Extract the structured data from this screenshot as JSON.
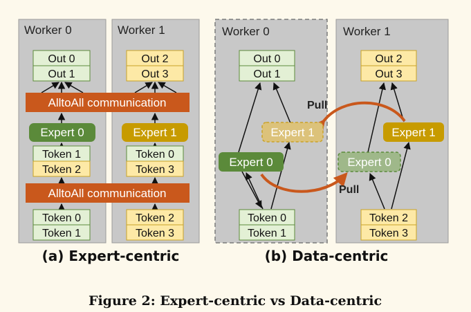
{
  "colors": {
    "background": "#fdf9ec",
    "worker_fill": "#c8c8c8",
    "green_box": "#e3f0d5",
    "green_border": "#5b8a3a",
    "yellow_box": "#fde9a6",
    "yellow_border": "#c9a227",
    "expert_green": "#5b8a3a",
    "expert_gold": "#c79b00",
    "alltoall": "#c9581c",
    "pull_arrow": "#c9581c"
  },
  "expert_centric": {
    "worker0": {
      "title": "Worker 0",
      "outputs": [
        "Out 0",
        "Out 1"
      ],
      "expert": "Expert 0",
      "mid_tokens": [
        "Token 1",
        "Token 2"
      ],
      "in_tokens": [
        "Token 0",
        "Token 1"
      ]
    },
    "worker1": {
      "title": "Worker 1",
      "outputs": [
        "Out 2",
        "Out 3"
      ],
      "expert": "Expert 1",
      "mid_tokens": [
        "Token 0",
        "Token 3"
      ],
      "in_tokens": [
        "Token 2",
        "Token 3"
      ]
    },
    "comm_top": "AlltoAll communication",
    "comm_bottom": "AlltoAll communication",
    "subtitle": "(a) Expert-centric"
  },
  "data_centric": {
    "worker0": {
      "title": "Worker 0",
      "outputs": [
        "Out 0",
        "Out 1"
      ],
      "expert_local": "Expert 0",
      "expert_pulled": "Expert 1",
      "in_tokens": [
        "Token 0",
        "Token 1"
      ]
    },
    "worker1": {
      "title": "Worker 1",
      "outputs": [
        "Out 2",
        "Out 3"
      ],
      "expert_local": "Expert 1",
      "expert_pulled": "Expert 0",
      "in_tokens": [
        "Token 2",
        "Token 3"
      ]
    },
    "pull_top": "Pull",
    "pull_bottom": "Pull",
    "subtitle": "(b) Data-centric"
  },
  "caption": "Figure 2: Expert-centric vs Data-centric"
}
